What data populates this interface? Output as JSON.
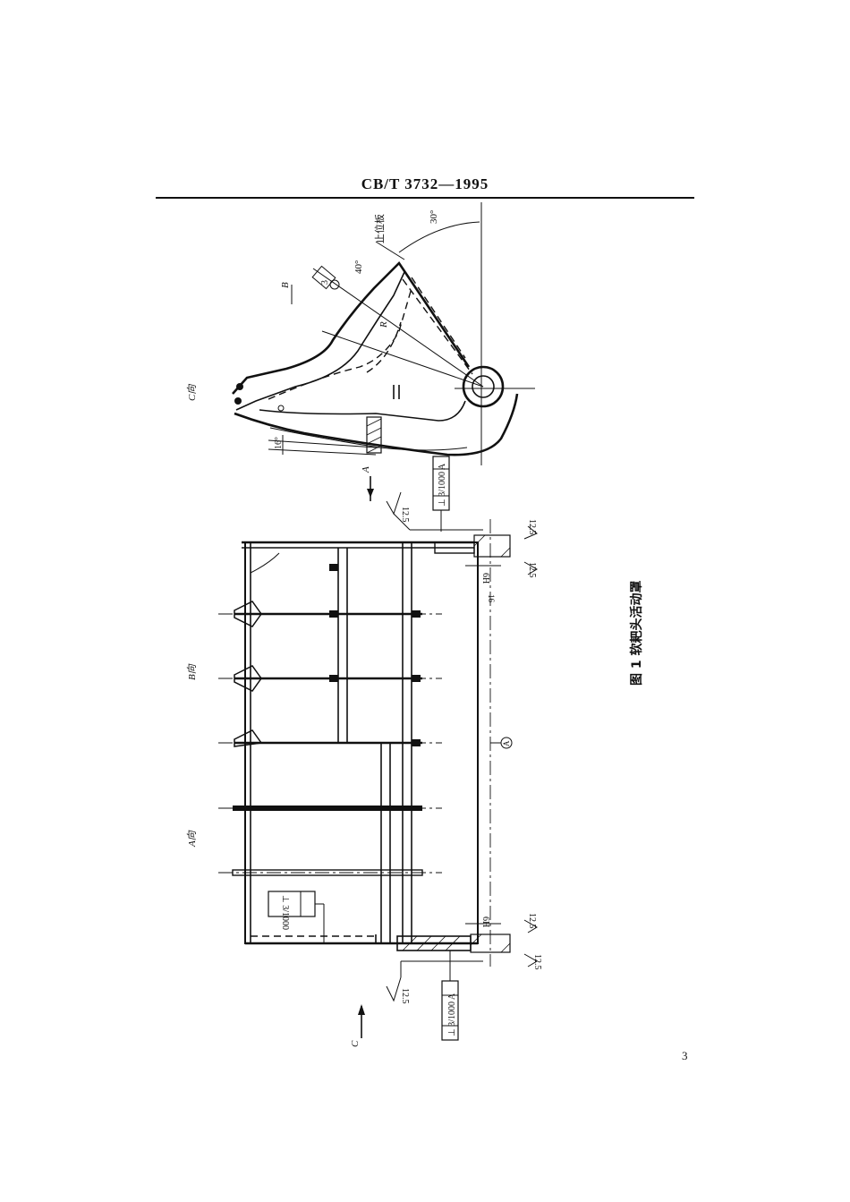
{
  "header": {
    "standard_code": "CB/T 3732—1995"
  },
  "page": {
    "number": "3"
  },
  "figure": {
    "caption": "图 1   软耙头活动罩"
  },
  "views": {
    "view_a_label": "A向",
    "view_b_label": "B向",
    "view_c_label": "C向"
  },
  "annotations": {
    "stop_plate": "止位板",
    "angle_30": "30°",
    "angle_40": "40°",
    "angle_16": "16°",
    "radius": "R",
    "perp_tol_top": "⊥ 3/1000 A",
    "perp_tol_bottom": "⊥ 3/1000 A",
    "perp_tol_left": "⊥ 3/1000",
    "roughness_1": "12.5",
    "roughness_2": "12.5",
    "roughness_3": "12.5",
    "roughness_4": "12.5",
    "roughness_5": "12.5",
    "roughness_6": "12.5",
    "fit_top": "6H",
    "fit_bottom": "6H",
    "datum": "A",
    "arrow_a": "A",
    "arrow_b": "B",
    "arrow_c": "C",
    "small_16": "16",
    "box_label": "3"
  }
}
